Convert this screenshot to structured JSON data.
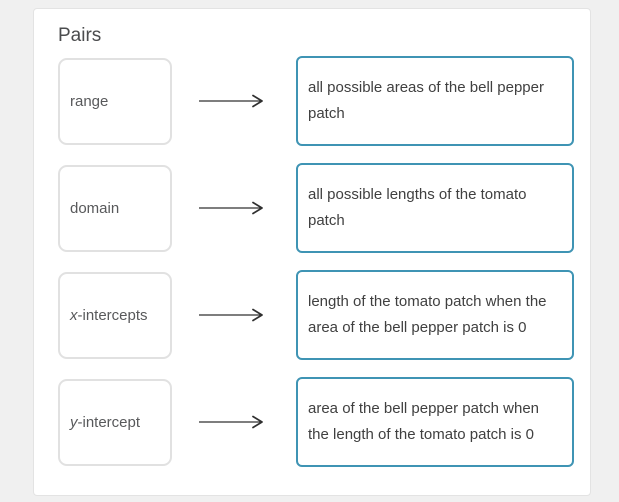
{
  "title": "Pairs",
  "colors": {
    "page_bg": "#f0f0f0",
    "card_bg": "#ffffff",
    "term_border": "#e1e1e1",
    "answer_border": "#3f94b4",
    "arrow": "#303030"
  },
  "pairs": [
    {
      "term_italic": "",
      "term": "range",
      "definition": "all possible areas of the bell pepper patch"
    },
    {
      "term_italic": "",
      "term": "domain",
      "definition": "all possible lengths of the tomato patch"
    },
    {
      "term_italic": "x",
      "term": "-intercepts",
      "definition": "length of the tomato patch when the area of the bell pepper patch is 0"
    },
    {
      "term_italic": "y",
      "term": "-intercept",
      "definition": "area of the bell pepper patch when the length of the tomato patch is 0"
    }
  ]
}
